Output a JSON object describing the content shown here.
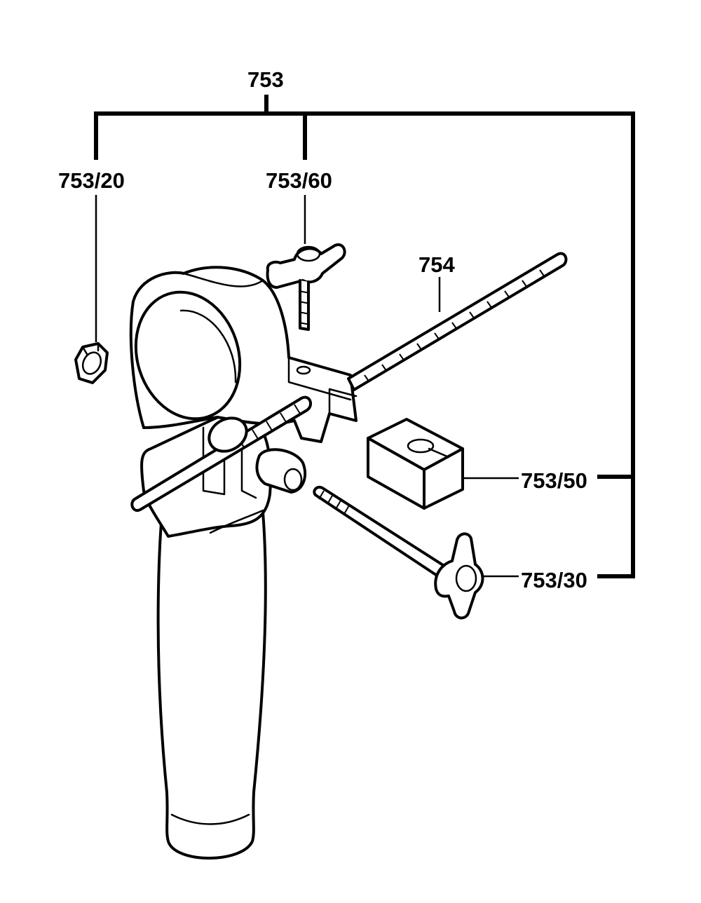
{
  "labels": {
    "assembly": "753",
    "nut": "753/20",
    "wing_screw_top": "753/60",
    "depth_rod": "754",
    "clamp_block": "753/50",
    "wing_screw_side": "753/30"
  }
}
